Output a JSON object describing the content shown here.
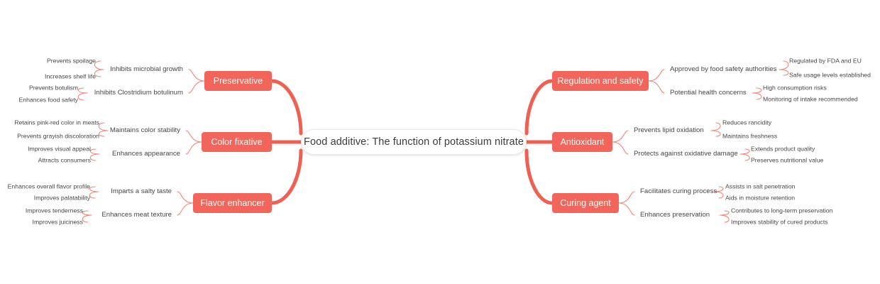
{
  "diagram": {
    "type": "mind-map",
    "root": {
      "label": "Food additive: The function of potassium nitrate"
    },
    "colors": {
      "branch_fill": "#f2655a",
      "trunk_stroke": "#ef5f52",
      "twig_stroke": "#f3867c",
      "root_fill": "#ffffff",
      "root_border": "#e9e9e9",
      "text_dark": "#474747",
      "text_light": "#ffffff",
      "background": "#ffffff"
    },
    "branches": [
      {
        "label": "Preservative",
        "side": "left",
        "children": [
          {
            "label": "Inhibits microbial growth",
            "children": [
              {
                "label": "Prevents spoilage"
              },
              {
                "label": "Increases shelf life"
              }
            ]
          },
          {
            "label": "Inhibits Clostridium botulinum",
            "children": [
              {
                "label": "Prevents botulism"
              },
              {
                "label": "Enhances food safety"
              }
            ]
          }
        ]
      },
      {
        "label": "Color fixative",
        "side": "left",
        "children": [
          {
            "label": "Maintains color stability",
            "children": [
              {
                "label": "Retains pink-red color in meats"
              },
              {
                "label": "Prevents grayish discoloration"
              }
            ]
          },
          {
            "label": "Enhances appearance",
            "children": [
              {
                "label": "Improves visual appeal"
              },
              {
                "label": "Attracts consumers"
              }
            ]
          }
        ]
      },
      {
        "label": "Flavor enhancer",
        "side": "left",
        "children": [
          {
            "label": "Imparts a salty taste",
            "children": [
              {
                "label": "Enhances overall flavor profile"
              },
              {
                "label": "Improves palatability"
              }
            ]
          },
          {
            "label": "Enhances meat texture",
            "children": [
              {
                "label": "Improves tenderness"
              },
              {
                "label": "Improves juiciness"
              }
            ]
          }
        ]
      },
      {
        "label": "Regulation and safety",
        "side": "right",
        "children": [
          {
            "label": "Approved by food safety authorities",
            "children": [
              {
                "label": "Regulated by FDA and EU"
              },
              {
                "label": "Safe usage levels established"
              }
            ]
          },
          {
            "label": "Potential health concerns",
            "children": [
              {
                "label": "High consumption risks"
              },
              {
                "label": "Monitoring of intake recommended"
              }
            ]
          }
        ]
      },
      {
        "label": "Antioxidant",
        "side": "right",
        "children": [
          {
            "label": "Prevents lipid oxidation",
            "children": [
              {
                "label": "Reduces rancidity"
              },
              {
                "label": "Maintains freshness"
              }
            ]
          },
          {
            "label": "Protects against oxidative damage",
            "children": [
              {
                "label": "Extends product quality"
              },
              {
                "label": "Preserves nutritional value"
              }
            ]
          }
        ]
      },
      {
        "label": "Curing agent",
        "side": "right",
        "children": [
          {
            "label": "Facilitates curing process",
            "children": [
              {
                "label": "Assists in salt penetration"
              },
              {
                "label": "Aids in moisture retention"
              }
            ]
          },
          {
            "label": "Enhances preservation",
            "children": [
              {
                "label": "Contributes to long-term preservation"
              },
              {
                "label": "Improves stability of cured products"
              }
            ]
          }
        ]
      }
    ]
  }
}
